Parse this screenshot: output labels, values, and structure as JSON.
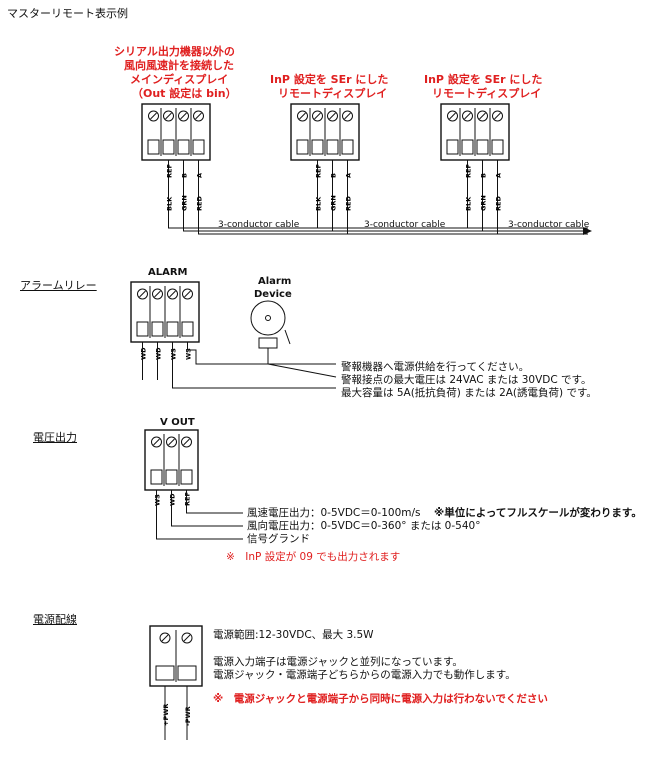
{
  "page_title": "マスターリモート表示例",
  "sections": {
    "alarm": "アラームリレー",
    "vout": "電圧出力",
    "power": "電源配線"
  },
  "remote": {
    "main_caption": [
      "シリアル出力機器以外の",
      "風向風速計を接続した",
      "メインディスプレイ",
      "（Out 設定は bin）"
    ],
    "remote_caption": [
      "InP 設定を SEr にした",
      "リモートディスプレイ"
    ],
    "remote_caption2": [
      "InP 設定を SEr にした",
      "リモートディスプレイ"
    ],
    "terminal_labels": [
      "REF",
      "B",
      "A"
    ],
    "wire_labels": [
      "BLK",
      "GRN",
      "RED"
    ],
    "cable_label": "3-conductor cable"
  },
  "alarm": {
    "title": "ALARM",
    "device_label": [
      "Alarm",
      "Device"
    ],
    "terminal_labels": [
      "WD",
      "WD",
      "WS",
      "WS"
    ],
    "notes": [
      "警報機器へ電源供給を行ってください。",
      "警報接点の最大電圧は 24VAC または 30VDC です。",
      "最大容量は 5A(抵抗負荷) または 2A(誘電負荷) です。"
    ]
  },
  "vout": {
    "title": "V OUT",
    "terminal_labels": [
      "WS",
      "WD",
      "REF"
    ],
    "note1": "風速電圧出力：0-5VDC＝0-100m/s",
    "note1_bold": "※単位によってフルスケールが変わります。",
    "note2": "風向電圧出力：0-5VDC＝0-360°  または 0-540°",
    "note3": "信号グランド",
    "red_note": "※　InP 設定が 09 でも出力されます"
  },
  "power": {
    "terminal_labels": [
      "+PWR",
      "-PWR"
    ],
    "range": "電源範囲:12-30VDC、最大 3.5W",
    "para1": "電源入力端子は電源ジャックと並列になっています。",
    "para2": "電源ジャック・電源端子どちらからの電源入力でも動作します。",
    "red_note": "※　電源ジャックと電源端子から同時に電源入力は行わないでください"
  }
}
